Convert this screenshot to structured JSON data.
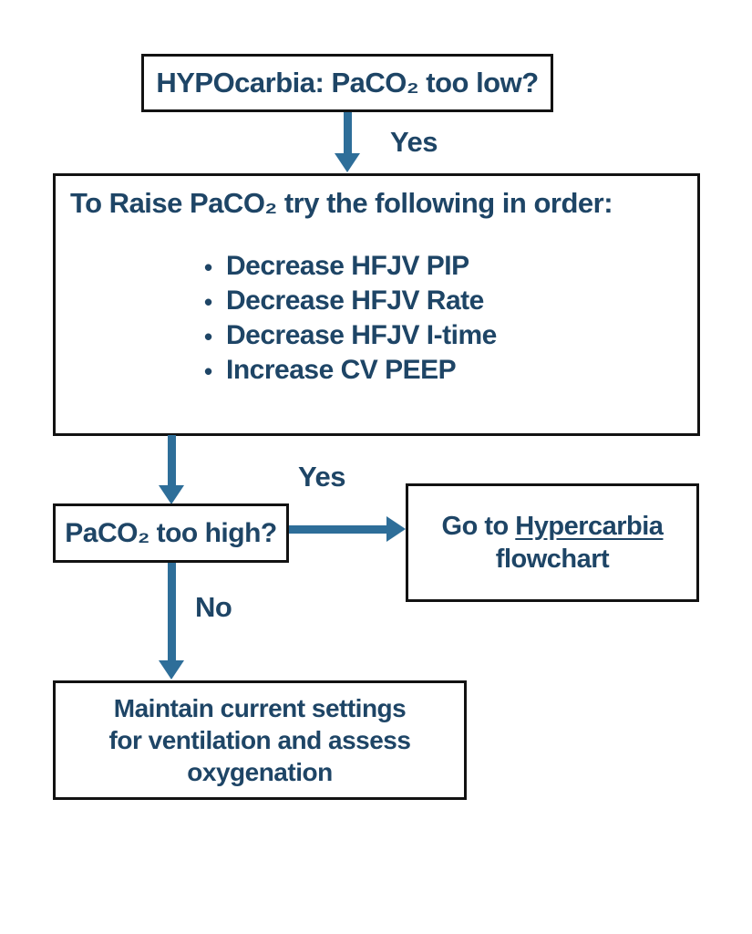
{
  "flowchart": {
    "colors": {
      "text": "#1e4566",
      "arrow": "#2e6e99",
      "border": "#121212",
      "background": "#ffffff"
    },
    "nodes": {
      "hypocarbia_question": "HYPOcarbia: PaCO₂ too low?",
      "raise_heading": "To Raise PaCO₂ try the following in order:",
      "raise_bullets": [
        "Decrease HFJV PIP",
        "Decrease HFJV Rate",
        "Decrease HFJV I-time",
        "Increase CV PEEP"
      ],
      "paco2_high_question": "PaCO₂ too high?",
      "hypercarbia_prefix": "Go to ",
      "hypercarbia_link": "Hypercarbia",
      "hypercarbia_suffix": "flowchart",
      "maintain_lines": [
        "Maintain current settings",
        "for ventilation and assess",
        "oxygenation"
      ]
    },
    "labels": {
      "yes_top": "Yes",
      "yes_right": "Yes",
      "no_down": "No"
    }
  }
}
